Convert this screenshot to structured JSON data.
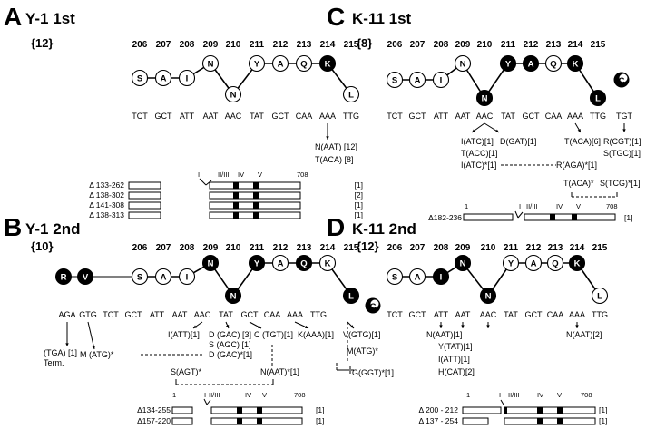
{
  "panels": [
    {
      "letter": "A",
      "title": "Y-1 1st",
      "count": "{12}",
      "positions": [
        "206",
        "207",
        "208",
        "209",
        "210",
        "211",
        "212",
        "213",
        "214",
        "215"
      ],
      "codons": [
        "TCT",
        "GCT",
        "ATT",
        "AAT",
        "AAC",
        "TAT",
        "GCT",
        "CAA",
        "AAA",
        "TTG"
      ],
      "residues": [
        {
          "letter": "S",
          "filled": false
        },
        {
          "letter": "A",
          "filled": false
        },
        {
          "letter": "I",
          "filled": false
        },
        {
          "letter": "N",
          "filled": false
        },
        {
          "letter": "N",
          "filled": false
        },
        {
          "letter": "Y",
          "filled": false
        },
        {
          "letter": "A",
          "filled": false
        },
        {
          "letter": "Q",
          "filled": false
        },
        {
          "letter": "K",
          "filled": true
        },
        {
          "letter": "L",
          "filled": false
        }
      ],
      "mutations": [
        {
          "text": "N(AAT) [12]"
        },
        {
          "text": "T(ACA)  [8]"
        }
      ],
      "deletions": [
        {
          "label": "Δ 133-262",
          "count": "[1]"
        },
        {
          "label": "Δ 138-302",
          "count": "[2]"
        },
        {
          "label": "Δ 141-308",
          "count": "[1]"
        },
        {
          "label": "Δ 138-313",
          "count": "[1]"
        }
      ],
      "domain_labels": {
        "start": "I",
        "mid": "II/III",
        "iv": "IV",
        "v": "V",
        "end": "708"
      }
    },
    {
      "letter": "B",
      "title": "Y-1 2nd",
      "count": "{10}",
      "positions": [
        "206",
        "207",
        "208",
        "209",
        "210",
        "211",
        "212",
        "213",
        "214",
        "215"
      ],
      "codons": [
        "AGA",
        "GTG",
        "TCT",
        "GCT",
        "ATT",
        "AAT",
        "AAC",
        "TAT",
        "GCT",
        "CAA",
        "AAA",
        "TTG"
      ],
      "extra_residues": [
        {
          "letter": "R"
        },
        {
          "letter": "V"
        }
      ],
      "residues": [
        {
          "letter": "S",
          "filled": false
        },
        {
          "letter": "A",
          "filled": false
        },
        {
          "letter": "I",
          "filled": false
        },
        {
          "letter": "N",
          "filled": true
        },
        {
          "letter": "N",
          "filled": true
        },
        {
          "letter": "Y",
          "filled": true
        },
        {
          "letter": "A",
          "filled": false
        },
        {
          "letter": "Q",
          "filled": true
        },
        {
          "letter": "K",
          "filled": false
        },
        {
          "letter": "L",
          "filled": true
        }
      ],
      "c_term": "C",
      "mutations": [
        {
          "text": "(TGA) [1]"
        },
        {
          "text": "Term."
        },
        {
          "text": "M (ATG)*"
        },
        {
          "text": "I(ATT)[1]"
        },
        {
          "text": "D (GAC) [3]"
        },
        {
          "text": "S (AGC) [1]"
        },
        {
          "text": "D (GAC)*[1]"
        },
        {
          "text": "C (TGT)[1]"
        },
        {
          "text": "K(AAA)[1]"
        },
        {
          "text": "V(GTG)[1]"
        },
        {
          "text": "S(AGT)*"
        },
        {
          "text": "N(AAT)*[1]"
        },
        {
          "text": "M(ATG)*"
        },
        {
          "text": "G(GGT)*[1]"
        }
      ],
      "deletions": [
        {
          "label": "Δ134-255",
          "count": "[1]"
        },
        {
          "label": "Δ157-220",
          "count": "[1]"
        }
      ],
      "domain_labels": {
        "start": "I",
        "mid": "II/III",
        "iv": "IV",
        "v": "V",
        "end": "708",
        "one": "1"
      }
    },
    {
      "letter": "C",
      "title": "K-11 1st",
      "count": "{8}",
      "positions": [
        "206",
        "207",
        "208",
        "209",
        "210",
        "211",
        "212",
        "213",
        "214",
        "215"
      ],
      "codons": [
        "TCT",
        "GCT",
        "ATT",
        "AAT",
        "AAC",
        "TAT",
        "GCT",
        "CAA",
        "AAA",
        "TTG",
        "TGT"
      ],
      "residues": [
        {
          "letter": "S",
          "filled": false
        },
        {
          "letter": "A",
          "filled": false
        },
        {
          "letter": "I",
          "filled": false
        },
        {
          "letter": "N",
          "filled": false
        },
        {
          "letter": "N",
          "filled": true
        },
        {
          "letter": "Y",
          "filled": true
        },
        {
          "letter": "A",
          "filled": true
        },
        {
          "letter": "Q",
          "filled": false
        },
        {
          "letter": "K",
          "filled": true
        },
        {
          "letter": "L",
          "filled": true
        }
      ],
      "c_term": "C",
      "mutations": [
        {
          "text": "I(ATC)[1]"
        },
        {
          "text": "D(GAT)[1]"
        },
        {
          "text": "T(ACA)[6]"
        },
        {
          "text": "R(CGT)[1]"
        },
        {
          "text": "T(ACC)[1]"
        },
        {
          "text": "S(TGC)[1]"
        },
        {
          "text": "I(ATC)*[1]"
        },
        {
          "text": "R(AGA)*[1]"
        },
        {
          "text": "T(ACA)*"
        },
        {
          "text": "S(TCG)*[1]"
        }
      ],
      "deletions": [
        {
          "label": "Δ182-236",
          "count": "[1]"
        }
      ],
      "domain_labels": {
        "start": "I",
        "mid": "II/III",
        "iv": "IV",
        "v": "V",
        "end": "708",
        "one": "1"
      }
    },
    {
      "letter": "D",
      "title": "K-11 2nd",
      "count": "{12}",
      "positions": [
        "206",
        "207",
        "208",
        "209",
        "210",
        "211",
        "212",
        "213",
        "214",
        "215"
      ],
      "codons": [
        "TCT",
        "GCT",
        "ATT",
        "AAT",
        "AAC",
        "TAT",
        "GCT",
        "CAA",
        "AAA",
        "TTG"
      ],
      "residues": [
        {
          "letter": "S",
          "filled": false
        },
        {
          "letter": "A",
          "filled": false
        },
        {
          "letter": "I",
          "filled": true
        },
        {
          "letter": "N",
          "filled": true
        },
        {
          "letter": "N",
          "filled": true
        },
        {
          "letter": "Y",
          "filled": false
        },
        {
          "letter": "A",
          "filled": false
        },
        {
          "letter": "Q",
          "filled": false
        },
        {
          "letter": "K",
          "filled": true
        },
        {
          "letter": "L",
          "filled": false
        }
      ],
      "mutations": [
        {
          "text": "N(AAT)[1]"
        },
        {
          "text": "Y(TAT)[1]"
        },
        {
          "text": "I(ATT)[1]"
        },
        {
          "text": "H(CAT)[2]"
        },
        {
          "text": "N(AAT)[2]"
        }
      ],
      "deletions": [
        {
          "label": "Δ 200 - 212",
          "count": "[1]"
        },
        {
          "label": "Δ 137 - 254",
          "count": "[1]"
        }
      ],
      "domain_labels": {
        "start": "I",
        "mid": "II/III",
        "iv": "IV",
        "v": "V",
        "end": "708",
        "one": "1"
      }
    }
  ]
}
